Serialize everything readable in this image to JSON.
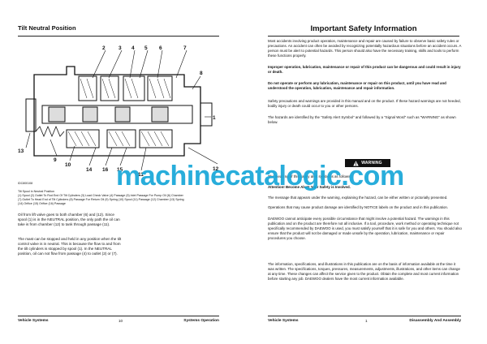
{
  "left_page": {
    "title": "Tilt Neutral Position",
    "figure_code": "IDC800108",
    "callouts": [
      "2",
      "3",
      "4",
      "5",
      "6",
      "7",
      "8",
      "1",
      "13",
      "9",
      "10",
      "14",
      "16",
      "15",
      "11",
      "12"
    ],
    "caption": "Tilt Spool in Neutral Position\n(1) Spool  (2) Outlet To Rod End Of Tilt Cylinders  (3) Load Check Valve  (4) Passage  (5) Inlet Passage For Pump Oil  (6) Chamber\n(7) Outlet To Head End of Tilt Cylinders  (8) Passage For Return Oil  (9) Spring  (10) Spool  (11) Passage  (12) Chamber  (13) Spring\n(14) Orifice  (15) Orifice  (16) Passage",
    "para1": "Oil from lift valve goes to both chamber (6) and (12). Since spool (1) is in the NEUTRAL position, the only path the oil can take is from chamber (12) to tank through passage (11).",
    "para2": "The mast can be stopped and held in any position when the tilt control valve is in neutral. This is because the flow to and from the tilt cylinders is stopped by spool (1). In the NEUTRAL position, oil can not flow from passage (4) to outlet (2) or (7).",
    "footer_left": "Vehicle Systems",
    "page_number": "10",
    "footer_right": "Systems Operation"
  },
  "right_page": {
    "title": "Important Safety Information",
    "p1": "Most accidents involving product operation, maintenance and repair are caused by failure to observe basic safety rules or precautions. An accident can often be avoided by recognizing potentially hazardous situations before an accident occurs. A person must be alert to potential hazards. This person should also have the necessary training, skills and tools to perform these functions properly.",
    "p2": "Improper operation, lubrication, maintenance or repair of this product can be dangerous and could result in injury or death.",
    "p3": "Do not operate or perform any lubrication, maintenance or repair on this product, until you have read and understood the operation, lubrication, maintenance and repair information.",
    "p4": "Safety precautions and warnings are provided in this manual and on the product. If these hazard warnings are not heeded, bodily injury or death could occur to you or other persons.",
    "p5": "The hazards are identified by the \"Safety Alert Symbol\" and followed by a \"Signal Word\" such as \"WARNING\" as shown below.",
    "warning_label": "WARNING",
    "p6": "The meaning of this safety alert symbol is as follows :",
    "p7": "Attention! Become Alert! Your Safety is Involved.",
    "p8": "The message that appears under the warning, explaining the hazard, can be either written or pictorially presented.",
    "p9": "Operations that may cause product damage are identified by NOTICE labels on the product and in this publication.",
    "p10": "DAEWOO cannot anticipate every possible circumstance that might involve a potential hazard. The warnings in this publication and on the product are therefore not all inclusive. If a tool, procedure, work method or operating technique not specifically recommended by DAEWOO is used, you must satisfy yourself that it is safe for you and others. You should also ensure that the product will not be damaged or made unsafe by the operation, lubrication, maintenance or repair procedures you choose.",
    "p11": "The information, specifications, and illustrations in this publication are on the basis of information available at the time it was written. The specifications, torques, pressures, measurements, adjustments, illustrations, and other items can change at any time. These changes can affect the service given to the product. Obtain the complete and most current information before starting any job. DAEWOO dealers have the most current information available.",
    "footer_left": "Vehicle Systems",
    "page_number": "1",
    "footer_right": "Disassembly And Assembly"
  },
  "watermark": "machinecatalogic.com",
  "colors": {
    "watermark": "#16a7d8",
    "ink": "#111111"
  },
  "icons": [
    "safety-alert-triangle-icon"
  ]
}
